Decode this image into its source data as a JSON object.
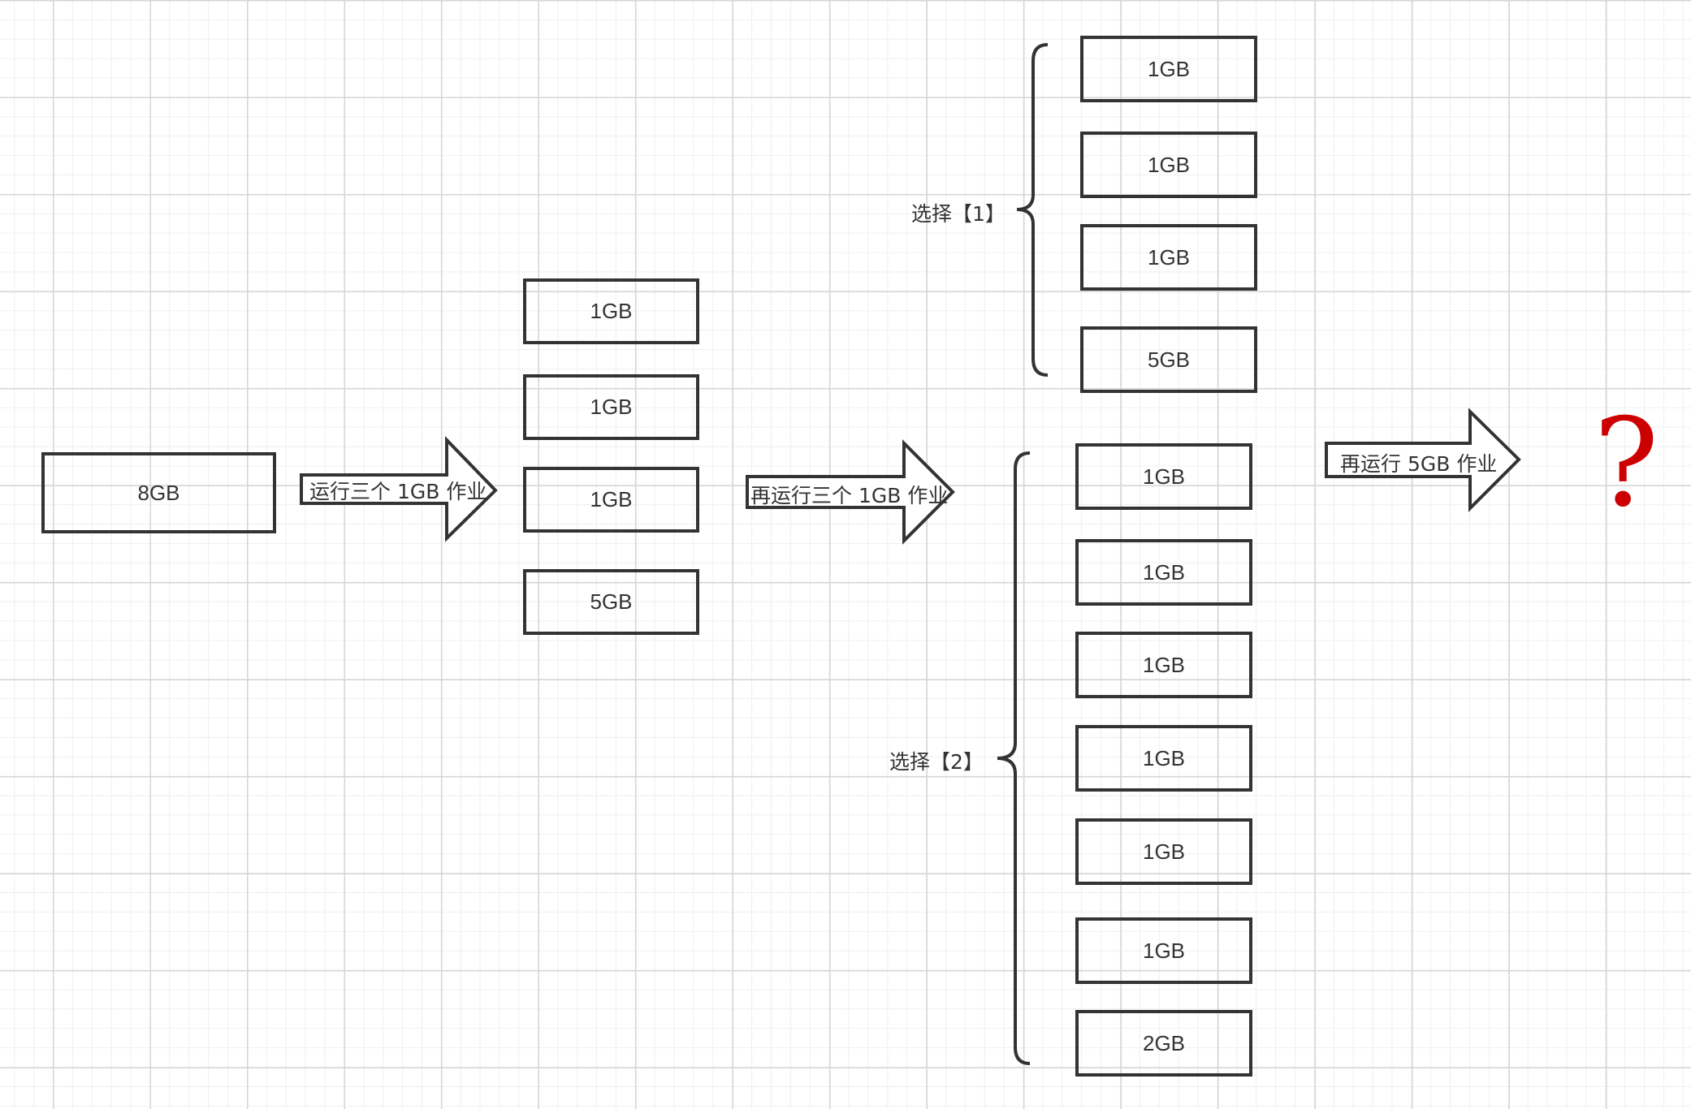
{
  "start": {
    "label": "8GB"
  },
  "arrow1": {
    "label": "运行三个 1GB 作业"
  },
  "step1": {
    "blocks": [
      "1GB",
      "1GB",
      "1GB",
      "5GB"
    ]
  },
  "arrow2": {
    "label": "再运行三个 1GB 作业"
  },
  "choice1": {
    "label": "选择【1】",
    "blocks": [
      "1GB",
      "1GB",
      "1GB",
      "5GB"
    ]
  },
  "choice2": {
    "label": "选择【2】",
    "blocks": [
      "1GB",
      "1GB",
      "1GB",
      "1GB",
      "1GB",
      "1GB",
      "2GB"
    ]
  },
  "arrow3": {
    "label": "再运行 5GB 作业"
  },
  "result": {
    "symbol": "?"
  },
  "colors": {
    "stroke": "#333333",
    "question": "#cc0000",
    "grid": "#d6d6d6"
  }
}
